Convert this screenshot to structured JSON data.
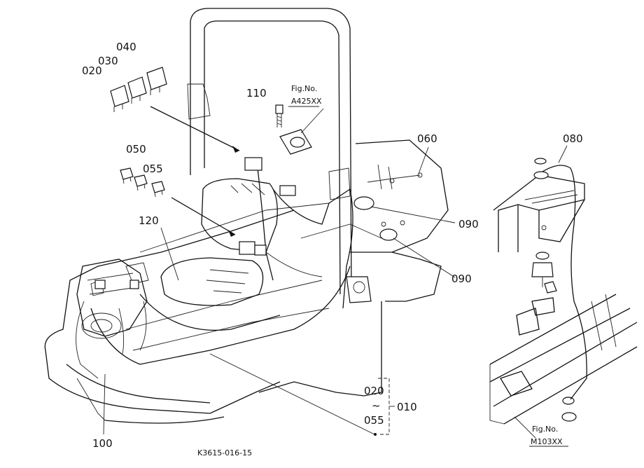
{
  "labels": {
    "p040": "040",
    "p030": "030",
    "p020": "020",
    "p110": "110",
    "fig_a_line1": "Fig.No.",
    "fig_a_line2": "A425XX",
    "p050": "050",
    "p055": "055",
    "p060": "060",
    "p080": "080",
    "p120": "120",
    "p090a": "090",
    "p090b": "090",
    "range_start": "020",
    "range_tilde": "~",
    "range_end": "055",
    "p010": "010",
    "p100": "100",
    "fig_m_line1": "Fig.No.",
    "fig_m_line2": "M103XX",
    "drawing_code": "K3615-016-15"
  }
}
